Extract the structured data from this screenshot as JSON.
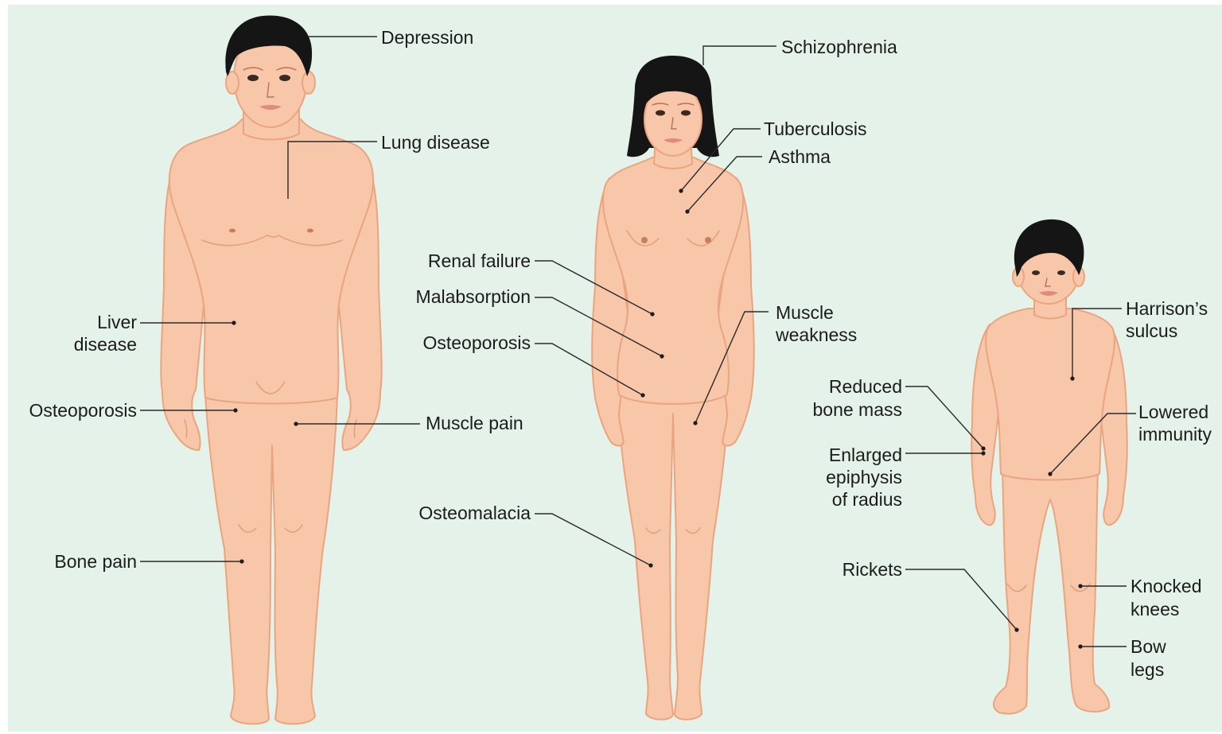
{
  "colors": {
    "background": "#e4f2e9",
    "skin": "#f8c6a8",
    "skin_outline": "#e9a57f",
    "hair": "#151515",
    "leader_line": "#2b2b2b",
    "label_text": "#1c1c1c"
  },
  "figures": {
    "man": {
      "labels": {
        "depression": "Depression",
        "lung_disease": "Lung disease",
        "liver_disease": [
          "Liver",
          "disease"
        ],
        "osteoporosis": "Osteoporosis",
        "muscle_pain": "Muscle pain",
        "bone_pain": "Bone pain"
      }
    },
    "woman": {
      "labels": {
        "schizophrenia": "Schizophrenia",
        "tuberculosis": "Tuberculosis",
        "asthma": "Asthma",
        "renal_failure": "Renal failure",
        "malabsorption": "Malabsorption",
        "osteoporosis": "Osteoporosis",
        "muscle_weakness": [
          "Muscle",
          "weakness"
        ],
        "osteomalacia": "Osteomalacia"
      }
    },
    "child": {
      "labels": {
        "harrisons_sulcus": [
          "Harrison’s",
          "sulcus"
        ],
        "reduced_bone_mass": [
          "Reduced",
          "bone mass"
        ],
        "lowered_immunity": [
          "Lowered",
          "immunity"
        ],
        "enlarged_epiphysis": [
          "Enlarged",
          "epiphysis",
          "of radius"
        ],
        "rickets": "Rickets",
        "knocked_knees": [
          "Knocked",
          "knees"
        ],
        "bow_legs": [
          "Bow",
          "legs"
        ]
      }
    }
  }
}
